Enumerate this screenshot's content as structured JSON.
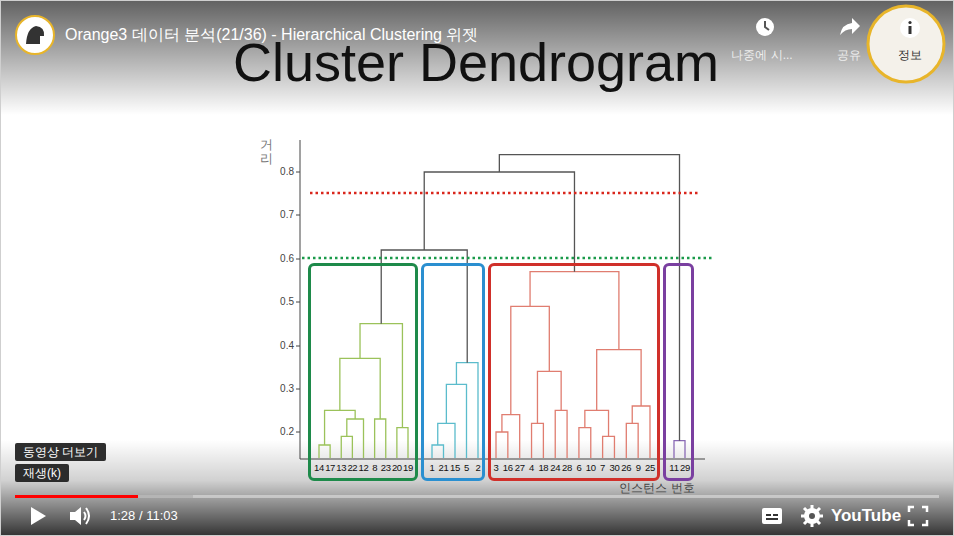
{
  "diagram": {
    "title": "Cluster Dendrogram",
    "nodes": [
      {
        "text": [
          "14",
          "17",
          "13",
          "22",
          "12",
          "8",
          "23",
          "20",
          "19"
        ]
      },
      {
        "text": [
          "1",
          "21",
          "15",
          "5",
          "2"
        ]
      },
      {
        "text": [
          "3",
          "16",
          "27",
          "4",
          "18",
          "24",
          "28",
          "6",
          "10",
          "7",
          "30",
          "26",
          "9",
          "25"
        ]
      },
      {
        "text": [
          "11",
          "29"
        ]
      }
    ],
    "labels": [
      "Orange3 데이터 분석(21/36) - Hierarchical Clustering 위젯",
      "나중에 시...",
      "공유",
      "정보",
      "거리",
      "0.8",
      "0.7",
      "0.6",
      "0.5",
      "0.4",
      "0.3",
      "0.2",
      "인스턴스 번호",
      "동영상 더보기",
      "재생(k)",
      "1:28 / 11:03",
      "YouTube"
    ]
  }
}
